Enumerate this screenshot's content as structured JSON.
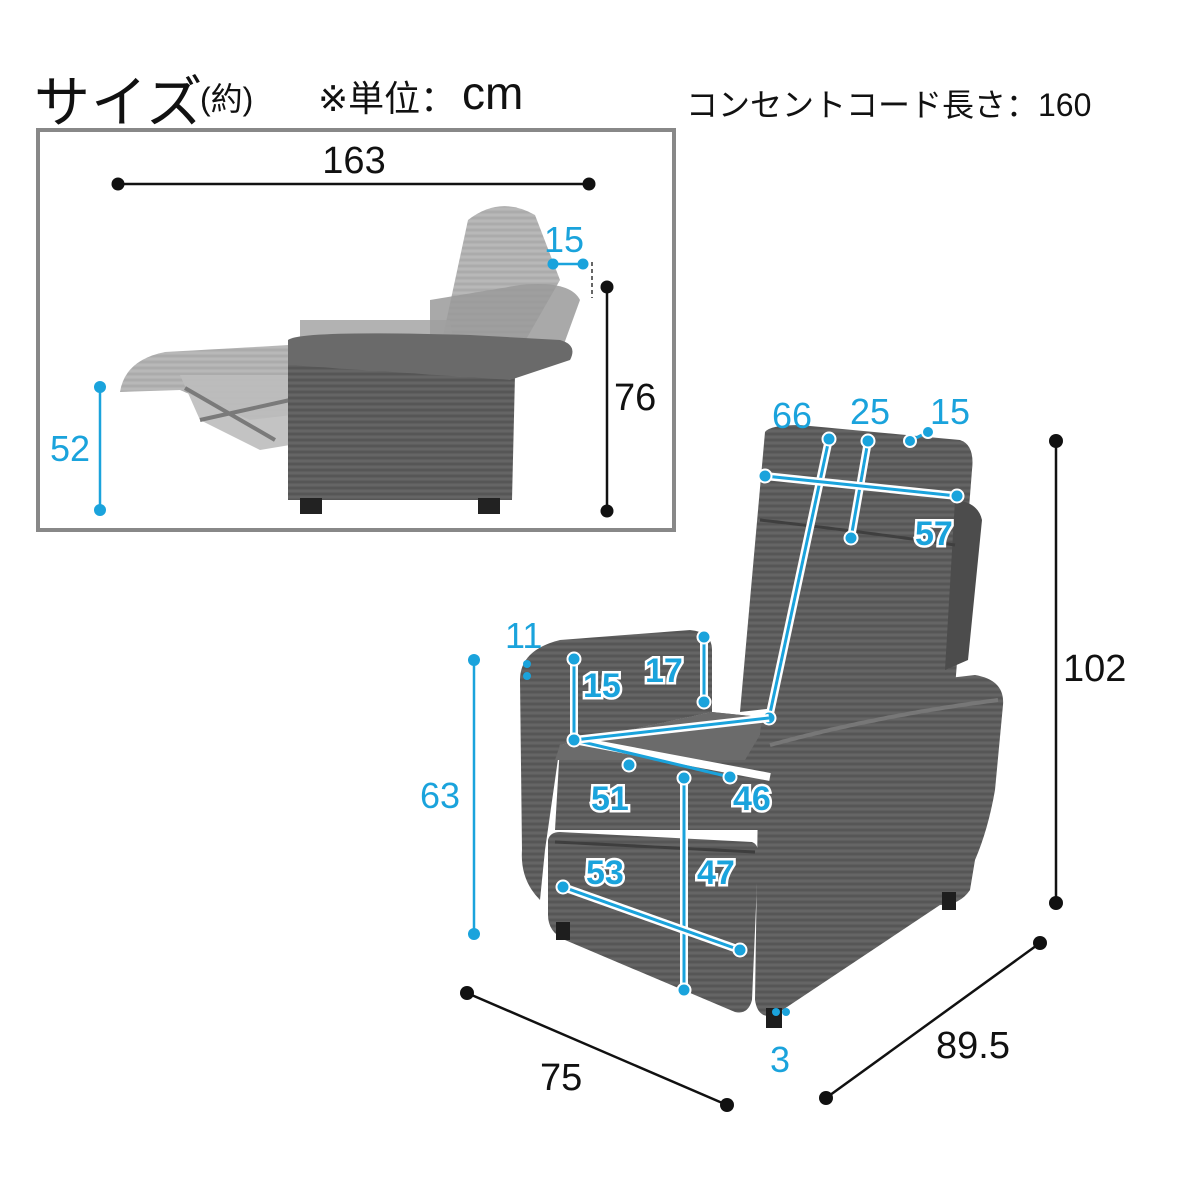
{
  "header": {
    "title": "サイズ",
    "approx": "(約)",
    "unit_label": "※単位：",
    "unit_value": "cm",
    "cord_length": "コンセントコード長さ：160"
  },
  "side_view": {
    "total_length": "163",
    "headrest_offset": "15",
    "seat_back_height": "76",
    "footrest_height": "52"
  },
  "front_view": {
    "back_width": "66",
    "headrest_height": "25",
    "headrest_depth": "15",
    "headrest_width": "57",
    "arm_width": "11",
    "arm_height": "15",
    "back_side_height": "17",
    "seat_width": "51",
    "seat_depth": "46",
    "ottoman_width": "53",
    "ottoman_height": "47",
    "arm_height_floor": "63",
    "total_height": "102",
    "width": "75",
    "depth": "89.5",
    "leg_height": "3"
  },
  "colors": {
    "dimension_black": "#111111",
    "dimension_blue": "#1aa3dc",
    "frame_gray": "#888888",
    "fabric": "#5a5a5a"
  }
}
